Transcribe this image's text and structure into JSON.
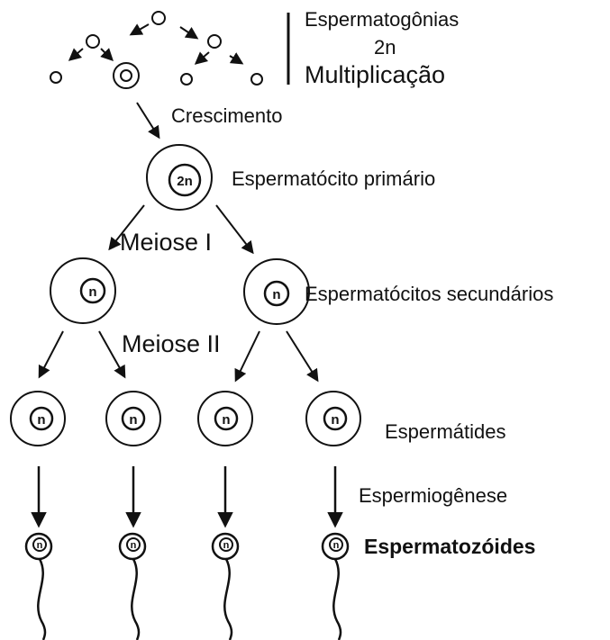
{
  "labels": {
    "spermatogonia": "Espermatogônias",
    "ploidy_2n": "2n",
    "multiplication": "Multiplicação",
    "growth": "Crescimento",
    "primary_spermatocyte": "Espermatócito primário",
    "meiosis_1": "Meiose I",
    "secondary_spermatocytes": "Espermatócitos secundários",
    "meiosis_2": "Meiose II",
    "spermatids": "Espermátides",
    "spermiogenesis": "Espermiogênese",
    "spermatozoa": "Espermatozóides"
  },
  "cells": {
    "primary_nucleus": "2n",
    "haploid_nucleus": "n"
  }
}
